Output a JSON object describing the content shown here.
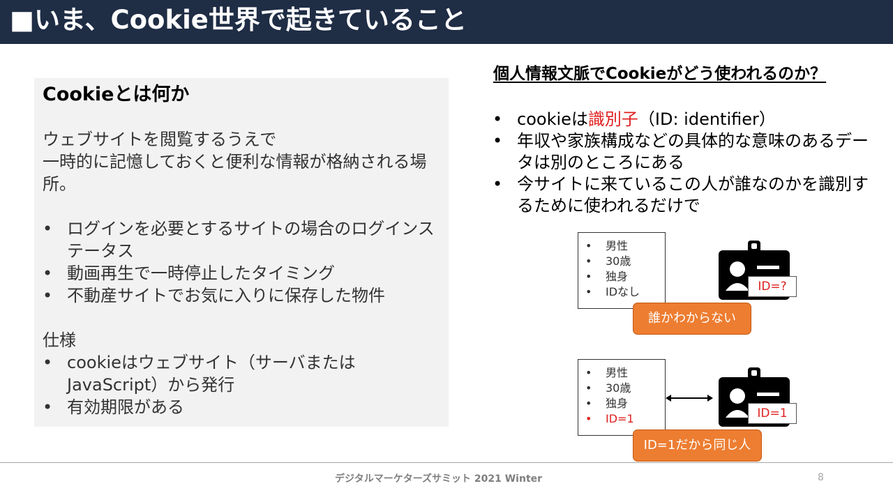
{
  "header": {
    "title": "■いま、Cookie世界で起きていること"
  },
  "left": {
    "title": "Cookieとは何か",
    "intro": [
      "ウェブサイトを閲覧するうえで",
      "一時的に記憶しておくと便利な情報が格納される場所。"
    ],
    "bullets": [
      "ログインを必要とするサイトの場合のログインステータス",
      "動画再生で一時停止したタイミング",
      "不動産サイトでお気に入りに保存した物件"
    ],
    "spec_heading": "仕様",
    "spec_bullets": [
      "cookieはウェブサイト（サーバまたはJavaScript）から発行",
      "有効期限がある"
    ]
  },
  "right": {
    "title": "個人情報文脈でCookieがどう使われるのか？",
    "bullet1": {
      "pre": "cookieは",
      "highlight": "識別子",
      "post": "（ID: identifier）"
    },
    "bullet2": "年収や家族構成などの具体的な意味のあるデータは別のところにある",
    "bullet3": "今サイトに来ているこの人が誰なのかを識別するために使われるだけで"
  },
  "diagram": {
    "top": {
      "items": [
        "男性",
        "30歳",
        "独身",
        "IDなし"
      ],
      "id_label": "ID=?",
      "button": "誰かわからない"
    },
    "bottom": {
      "items": [
        "男性",
        "30歳",
        "独身",
        "ID=1"
      ],
      "id_label": "ID=1",
      "button": "ID=1だから同じ人"
    },
    "accent_color": "#ed7d31",
    "highlight_color": "#e02020"
  },
  "footer": {
    "text": "デジタルマーケターズサミット 2021 Winter",
    "page": "8"
  }
}
